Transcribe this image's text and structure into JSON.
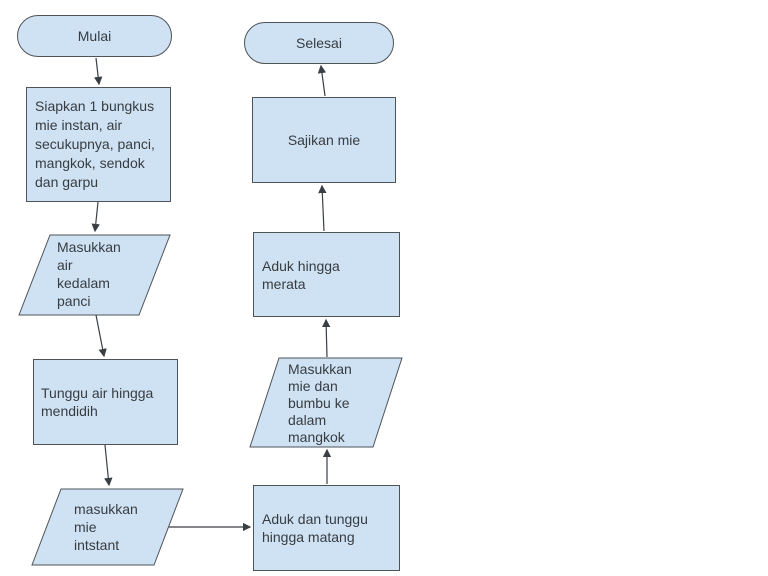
{
  "flowchart": {
    "colors": {
      "shape_fill": "#cfe2f3",
      "shape_border": "#4e5358",
      "connector": "#3a3f44",
      "text": "#373c41",
      "background": "#ffffff"
    },
    "nodes": {
      "mulai": {
        "type": "terminator",
        "label": "Mulai"
      },
      "siapkan": {
        "type": "process",
        "label": "Siapkan 1 bungkus\nmie instan, air\nsecukupnya, panci,\nmangkok, sendok\ndan garpu"
      },
      "masukkan_air": {
        "type": "input-output",
        "label": "Masukkan\nair\nkedalam\npanci"
      },
      "tunggu_air": {
        "type": "process",
        "label": "Tunggu air hingga\nmendidih"
      },
      "masukkan_mie": {
        "type": "input-output",
        "label": "masukkan\nmie\nintstant"
      },
      "aduk_tunggu": {
        "type": "process",
        "label": "Aduk dan tunggu\nhingga matang"
      },
      "masukkan_bumbu": {
        "type": "input-output",
        "label": "Masukkan\nmie dan\nbumbu ke\ndalam\nmangkok"
      },
      "aduk_merata": {
        "type": "process",
        "label": "Aduk hingga\nmerata"
      },
      "sajikan": {
        "type": "process",
        "label": "Sajikan mie"
      },
      "selesai": {
        "type": "terminator",
        "label": "Selesai"
      }
    },
    "edges": [
      {
        "from": "mulai",
        "to": "siapkan"
      },
      {
        "from": "siapkan",
        "to": "masukkan_air"
      },
      {
        "from": "masukkan_air",
        "to": "tunggu_air"
      },
      {
        "from": "tunggu_air",
        "to": "masukkan_mie"
      },
      {
        "from": "masukkan_mie",
        "to": "aduk_tunggu"
      },
      {
        "from": "aduk_tunggu",
        "to": "masukkan_bumbu"
      },
      {
        "from": "masukkan_bumbu",
        "to": "aduk_merata"
      },
      {
        "from": "aduk_merata",
        "to": "sajikan"
      },
      {
        "from": "sajikan",
        "to": "selesai"
      }
    ]
  }
}
